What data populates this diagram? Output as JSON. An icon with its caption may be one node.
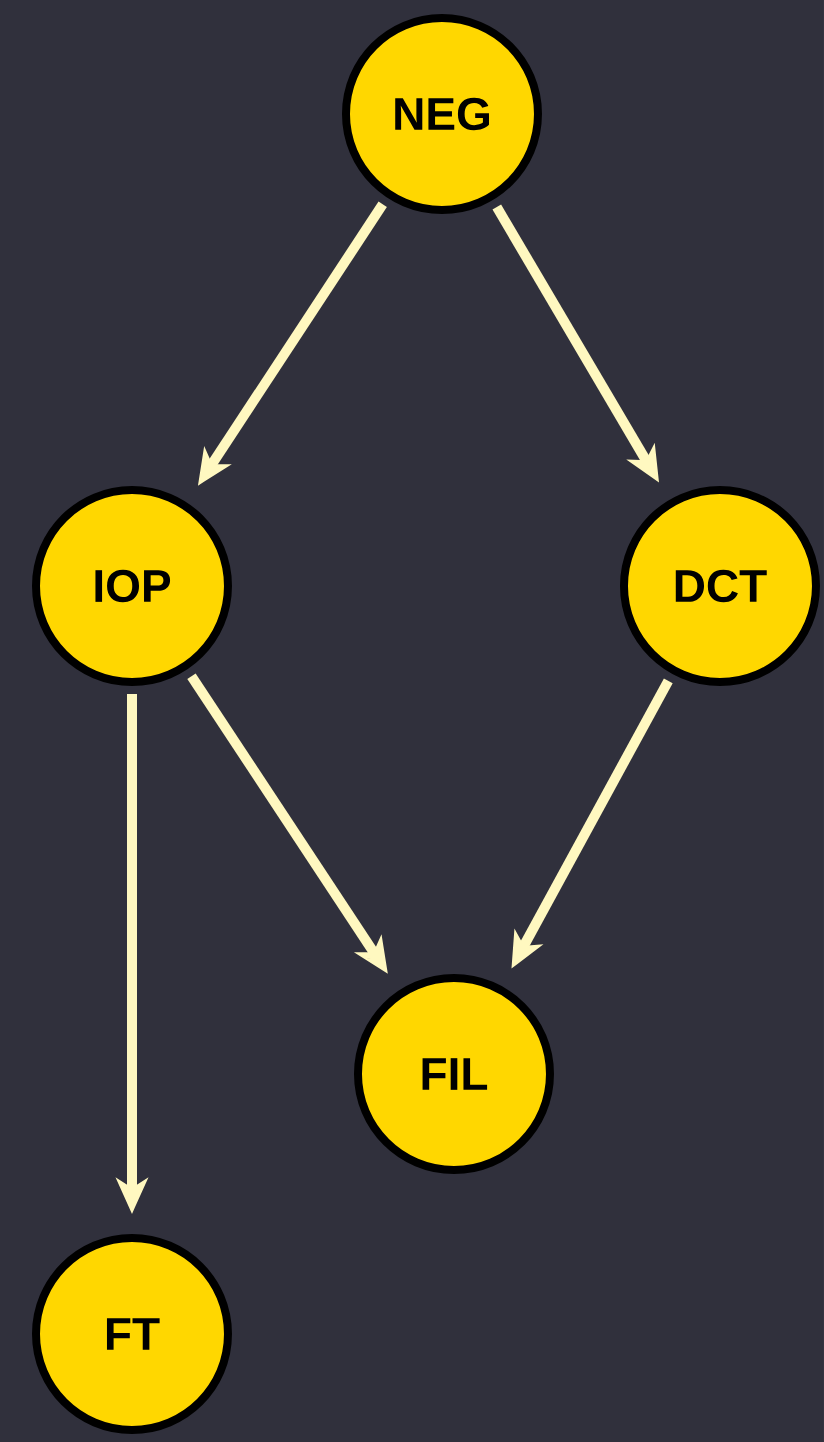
{
  "diagram": {
    "nodes": [
      {
        "text": [
          "NEG"
        ]
      },
      {
        "text": [
          "IOP"
        ]
      },
      {
        "text": [
          "DCT"
        ]
      },
      {
        "text": [
          "FIL"
        ]
      },
      {
        "text": [
          "FT"
        ]
      }
    ],
    "edges": [
      {
        "from": 0,
        "to": 1,
        "arrow": "to"
      },
      {
        "from": 0,
        "to": 2,
        "arrow": "to"
      },
      {
        "from": 1,
        "to": 4,
        "arrow": "to"
      },
      {
        "from": 1,
        "to": 3,
        "arrow": "to"
      },
      {
        "from": 2,
        "to": 3,
        "arrow": "to"
      }
    ]
  }
}
